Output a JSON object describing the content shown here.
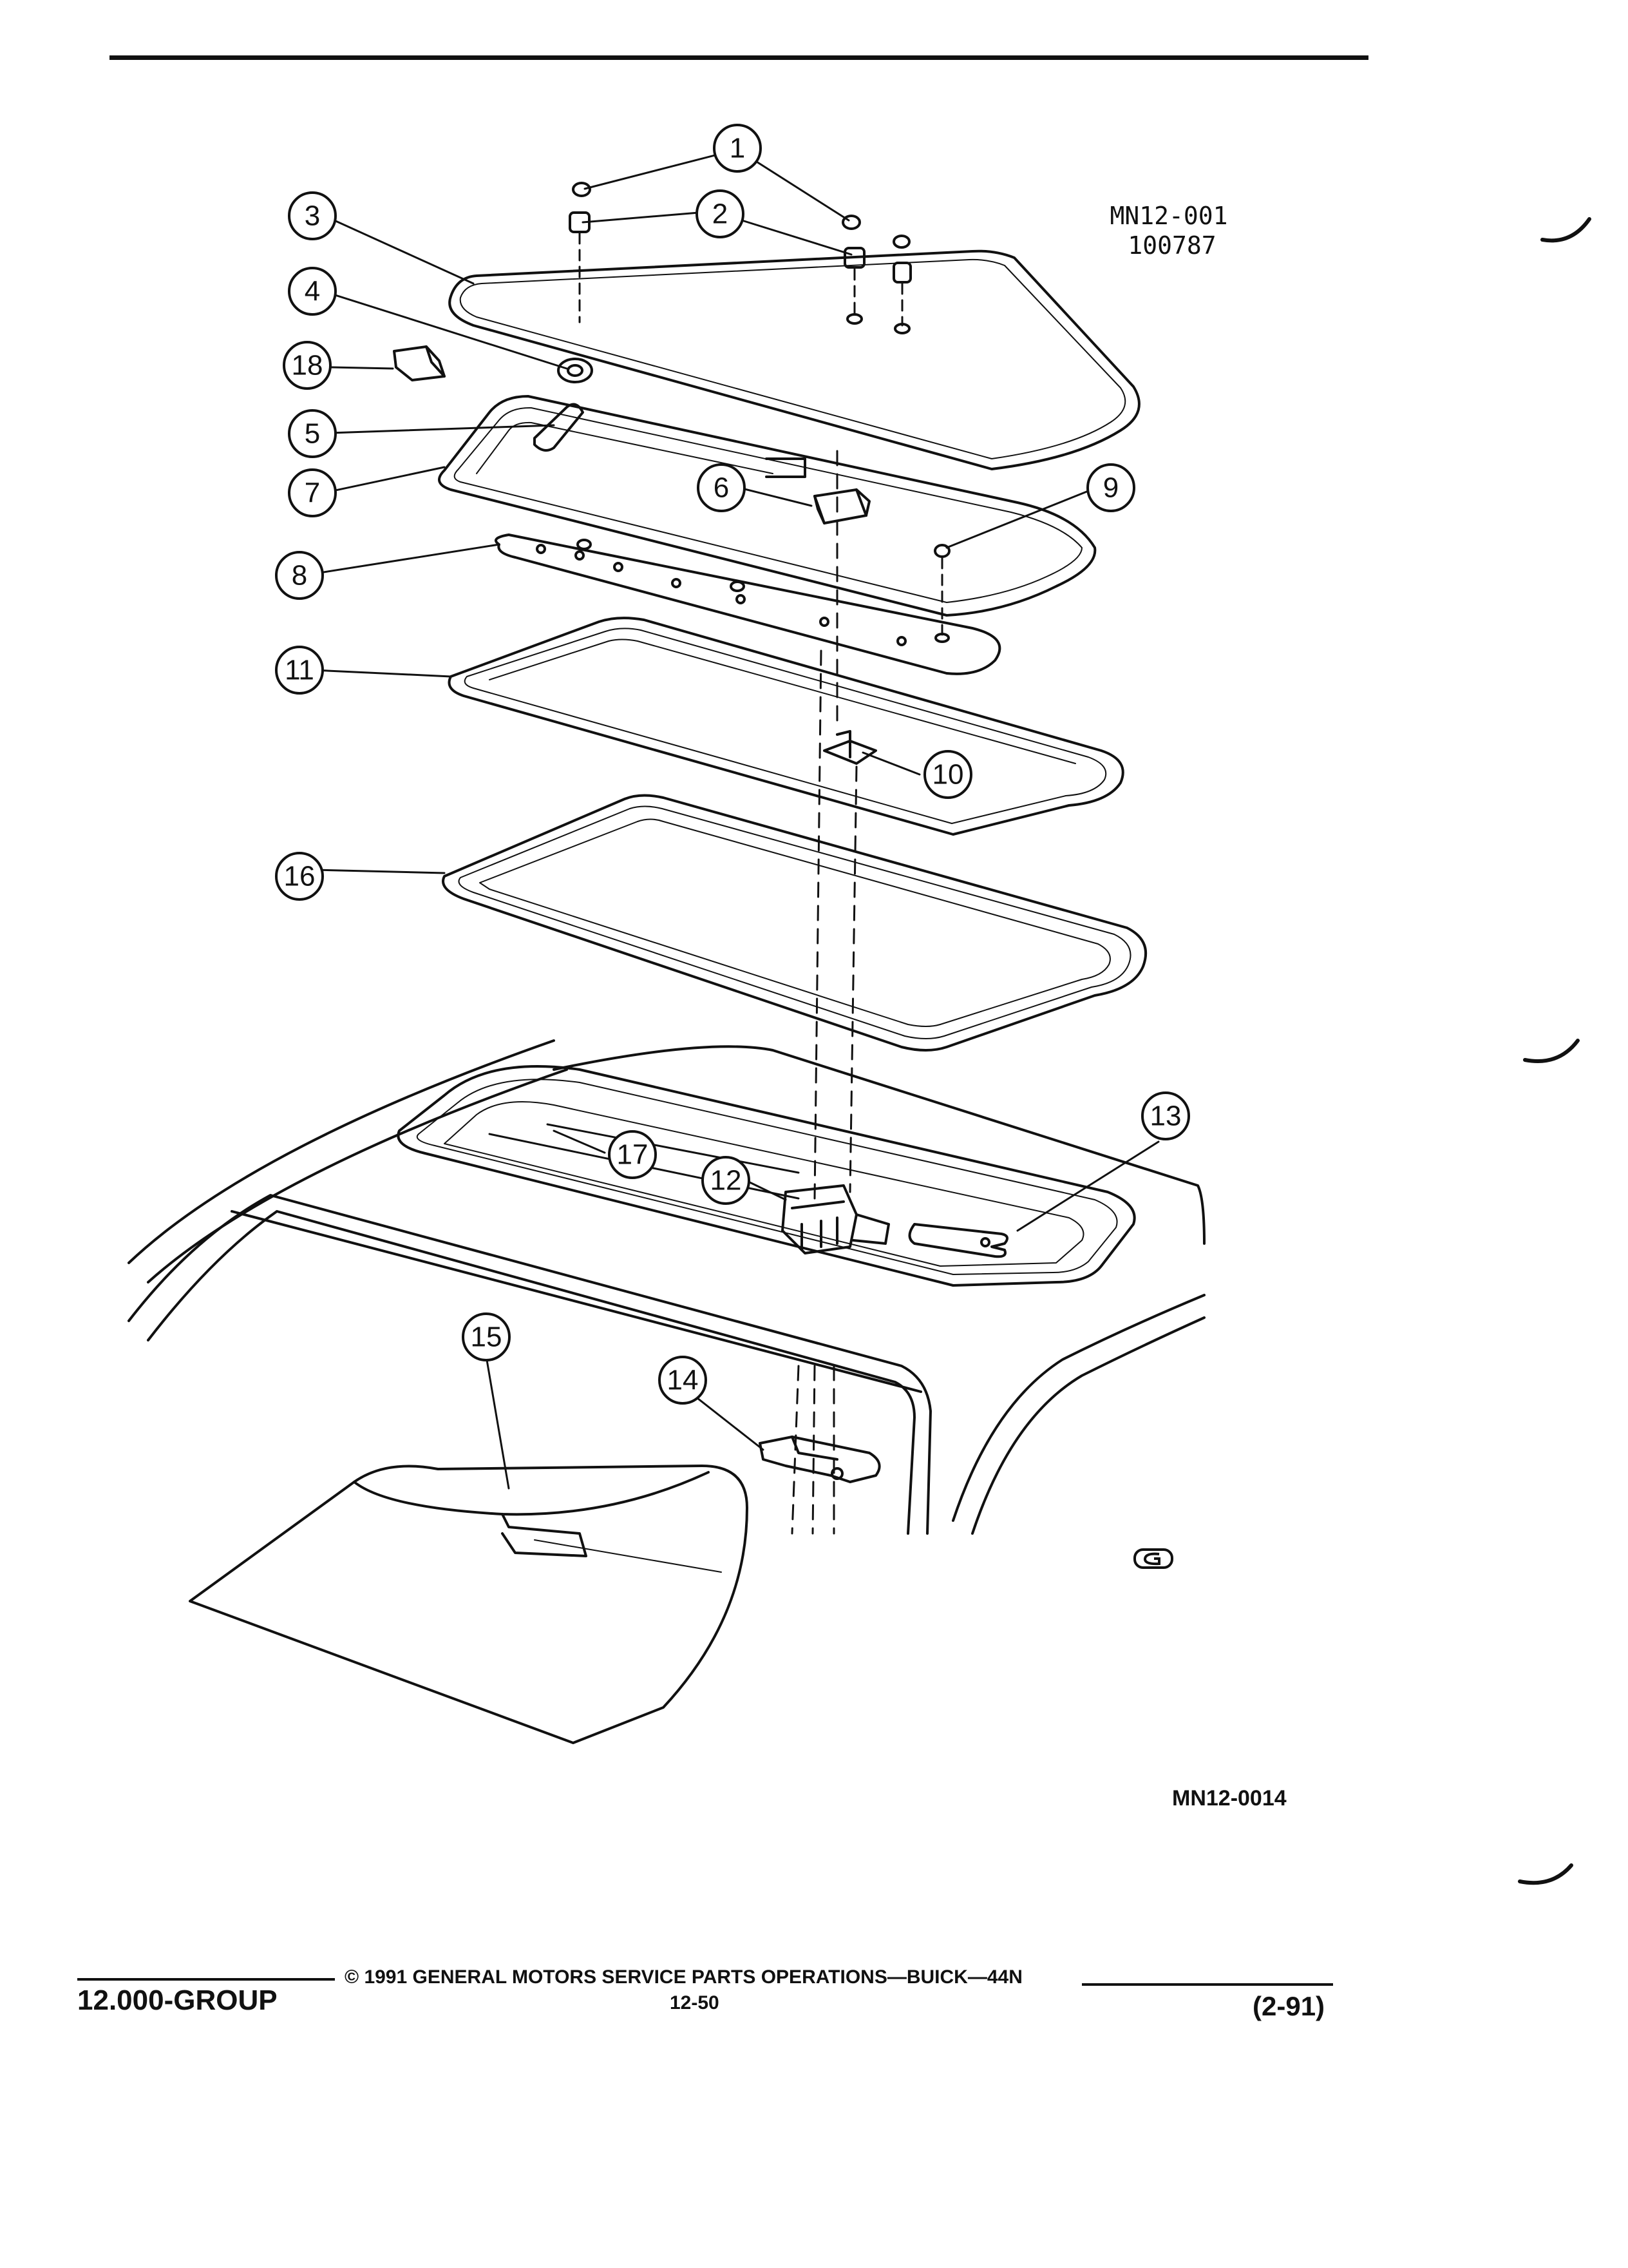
{
  "diagram": {
    "reference_code_top": "MN12-001",
    "date_code": "100787",
    "reference_code_bottom": "MN12-0014",
    "callouts": [
      "1",
      "2",
      "3",
      "4",
      "5",
      "6",
      "7",
      "8",
      "9",
      "10",
      "11",
      "12",
      "13",
      "14",
      "15",
      "16",
      "17",
      "18"
    ]
  },
  "footer": {
    "group": "12.000-GROUP",
    "copyright": "© 1991 GENERAL MOTORS SERVICE PARTS OPERATIONS—BUICK—44N",
    "page_number": "12-50",
    "revision": "(2-91)"
  }
}
